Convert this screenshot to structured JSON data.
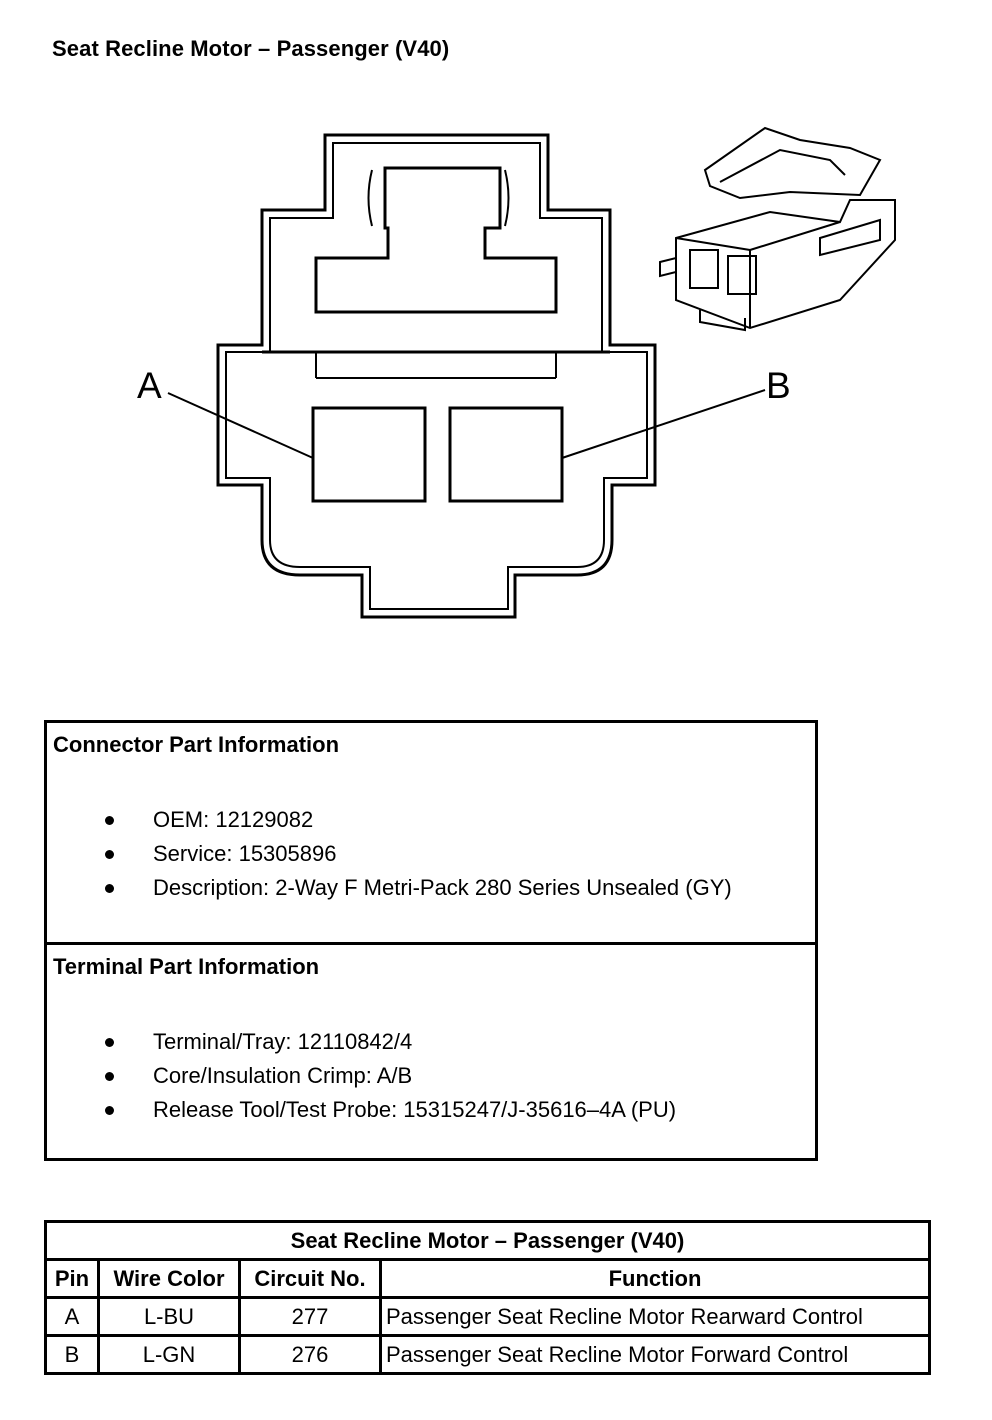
{
  "title": "Seat Recline Motor – Passenger (V40)",
  "diagram": {
    "pin_labels": [
      "A",
      "B"
    ]
  },
  "connector_info": {
    "heading": "Connector Part Information",
    "items": [
      "OEM: 12129082",
      "Service: 15305896",
      "Description: 2-Way F Metri-Pack 280 Series Unsealed (GY)"
    ]
  },
  "terminal_info": {
    "heading": "Terminal Part Information",
    "items": [
      "Terminal/Tray: 12110842/4",
      "Core/Insulation Crimp: A/B",
      "Release Tool/Test Probe: 15315247/J-35616–4A (PU)"
    ]
  },
  "pin_table": {
    "title": "Seat Recline Motor – Passenger (V40)",
    "headers": [
      "Pin",
      "Wire Color",
      "Circuit No.",
      "Function"
    ],
    "rows": [
      [
        "A",
        "L-BU",
        "277",
        "Passenger Seat Recline Motor Rearward Control"
      ],
      [
        "B",
        "L-GN",
        "276",
        "Passenger Seat Recline Motor Forward Control"
      ]
    ]
  }
}
